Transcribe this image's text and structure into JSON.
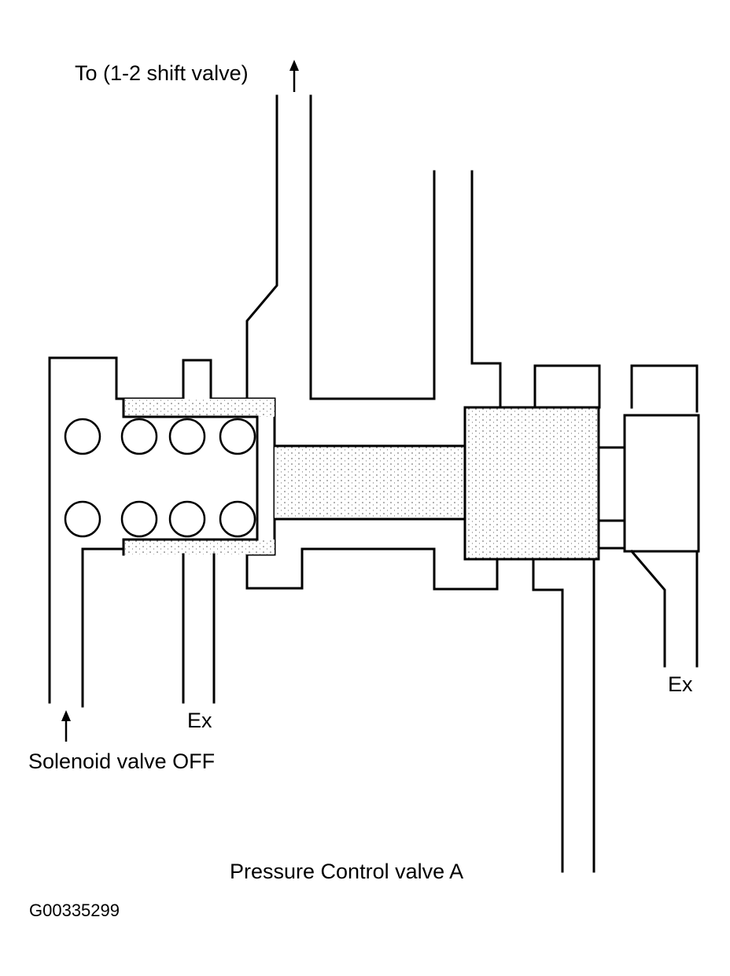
{
  "labels": {
    "to_shift_valve": "To (1-2 shift valve)",
    "ex_left": "Ex",
    "ex_right": "Ex",
    "solenoid": "Solenoid valve OFF",
    "pressure_control": "Pressure Control valve A",
    "figure_id": "G00335299"
  },
  "colors": {
    "line": "#000000",
    "background": "#ffffff"
  }
}
